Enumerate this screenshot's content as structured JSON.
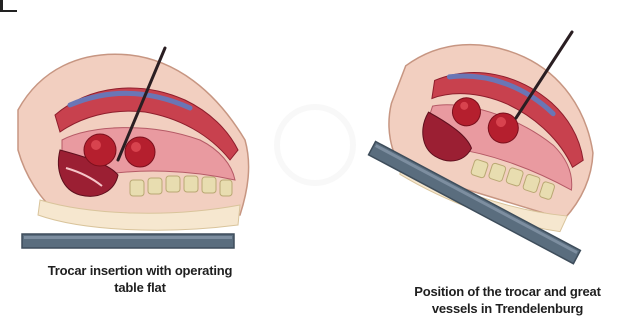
{
  "figure": {
    "panels": [
      {
        "id": "flat",
        "caption_line1": "Trocar insertion with operating",
        "caption_line2": "table flat"
      },
      {
        "id": "trendelenburg",
        "caption_line1": "Position of the trocar and great",
        "caption_line2": "vessels in Trendelenburg"
      }
    ]
  },
  "colors": {
    "table_bar": "#5a6d7e",
    "table_bar_edge": "#3e4d5b",
    "skin": "#f2cfc0",
    "skin_edge": "#c79682",
    "muscle": "#c8414e",
    "muscle_dark": "#8e1e2c",
    "vessel": "#b51f2e",
    "vessel_highlight": "#d8434e",
    "spine_bone": "#e8ddb0",
    "spine_edge": "#b9a873",
    "blue_vessel": "#6a76b5",
    "trocar": "#2a1e22",
    "fat": "#f6e7cf"
  },
  "icons": {
    "corner": "corner-bracket-icon"
  }
}
